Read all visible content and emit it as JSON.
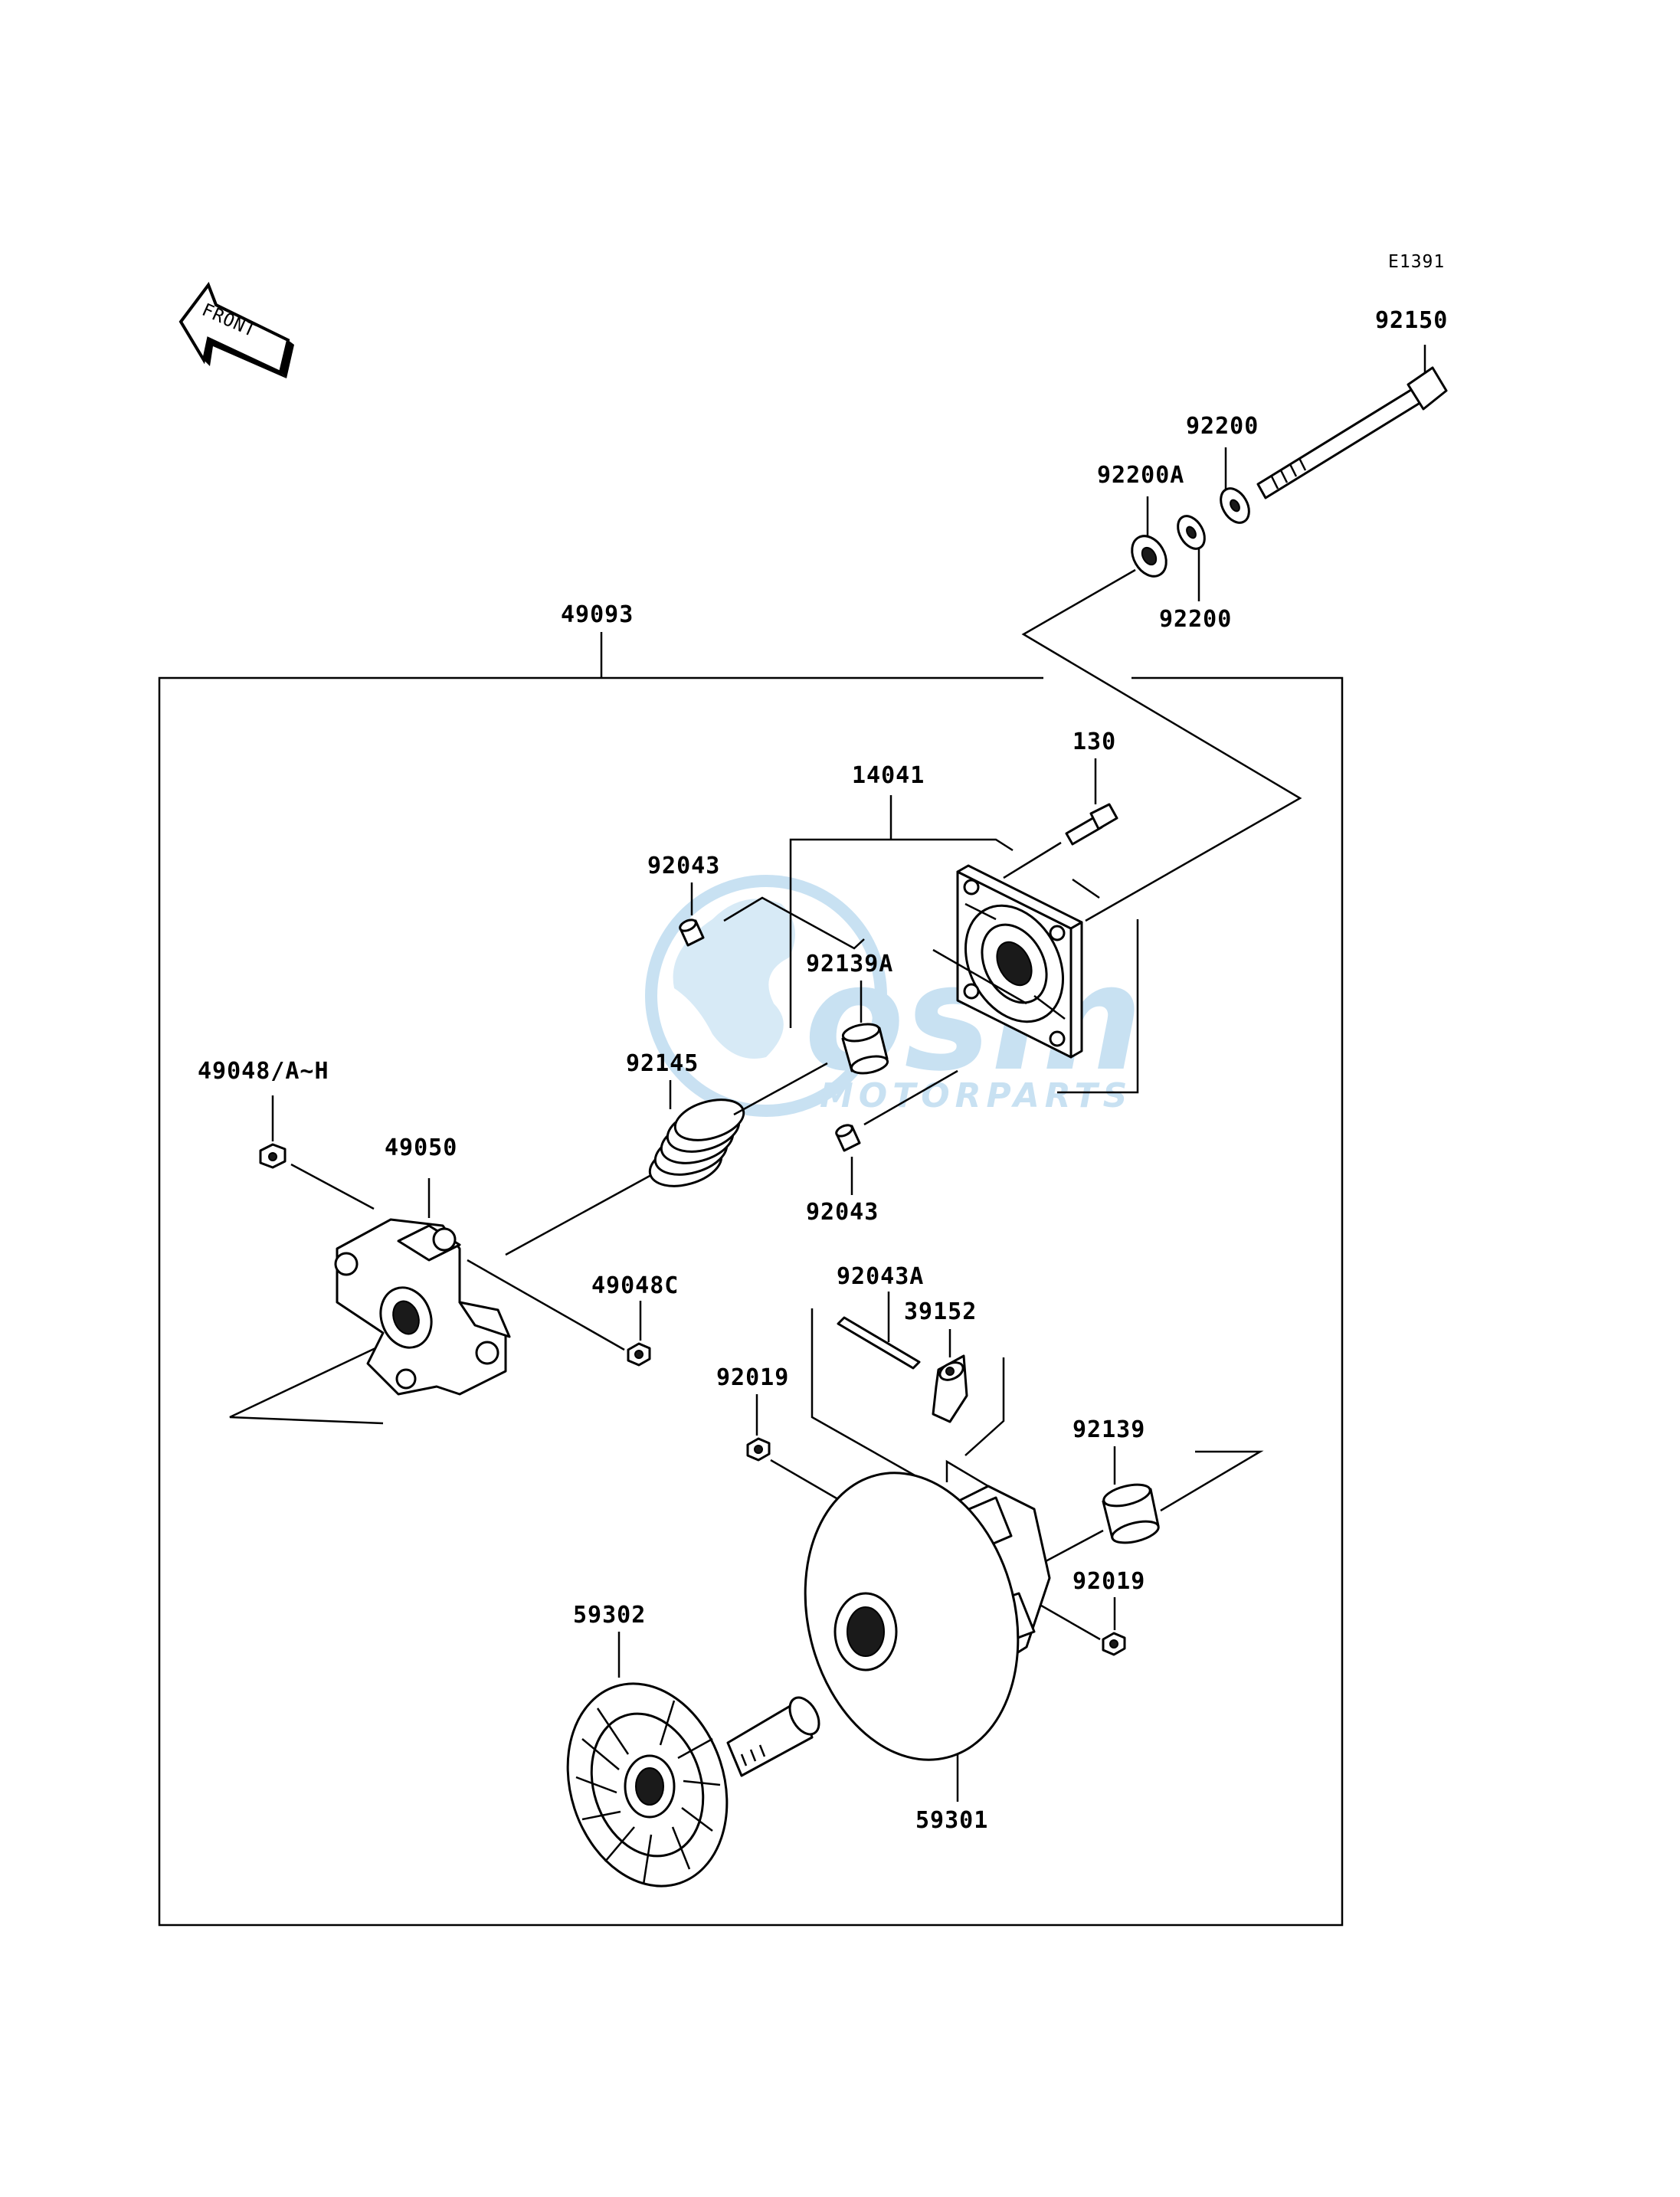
{
  "diagram_code": "E1391",
  "front_arrow_label": "FRONT",
  "watermark": {
    "brand": "osm",
    "subtitle": "MOTORPARTS",
    "color": "#9cc9e8"
  },
  "labels": {
    "p92150": "92150",
    "p92200_top": "92200",
    "p92200A": "92200A",
    "p92200_bottom": "92200",
    "p49093": "49093",
    "p130": "130",
    "p14041": "14041",
    "p92043_top": "92043",
    "p92139A": "92139A",
    "p92145": "92145",
    "p49048AH": "49048/A~H",
    "p49050": "49050",
    "p92043_bottom": "92043",
    "p49048C": "49048C",
    "p92043A": "92043A",
    "p39152": "39152",
    "p92019_left": "92019",
    "p92139": "92139",
    "p92019_right": "92019",
    "p59302": "59302",
    "p59301": "59301"
  }
}
